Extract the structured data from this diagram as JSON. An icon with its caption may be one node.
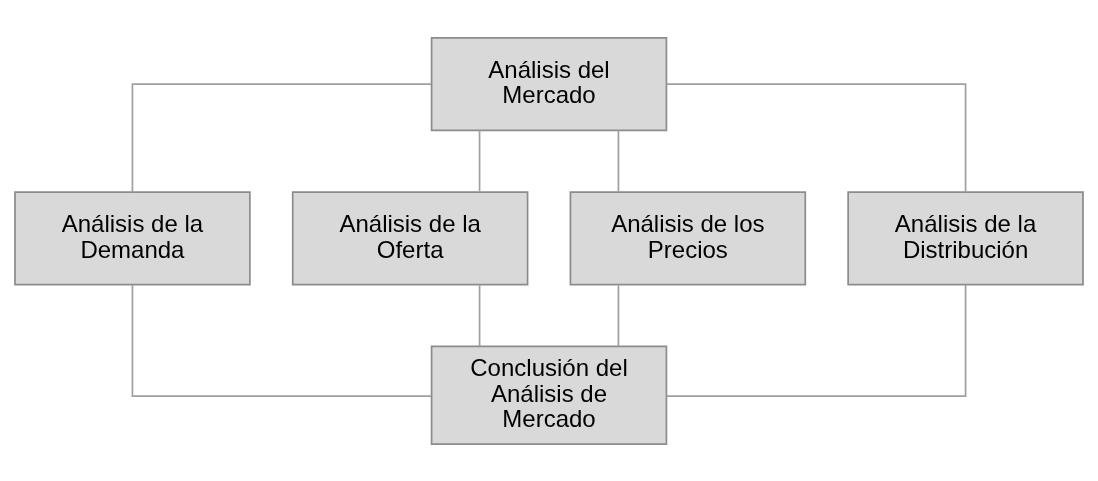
{
  "diagram": {
    "nodes": [
      {
        "text": [
          "Análisis del Mercado"
        ]
      },
      {
        "text": [
          "Análisis de la Demanda"
        ]
      },
      {
        "text": [
          "Análisis de la Oferta"
        ]
      },
      {
        "text": [
          "Análisis de los Precios"
        ]
      },
      {
        "text": [
          "Análisis de la Distribución"
        ]
      },
      {
        "text": [
          "Conclusión del Análisis de Mercado"
        ]
      }
    ],
    "edges": [
      {
        "from": 0,
        "to": 1,
        "arrow": "none"
      },
      {
        "from": 0,
        "to": 2,
        "arrow": "none"
      },
      {
        "from": 0,
        "to": 3,
        "arrow": "none"
      },
      {
        "from": 0,
        "to": 4,
        "arrow": "none"
      },
      {
        "from": 1,
        "to": 5,
        "arrow": "none"
      },
      {
        "from": 2,
        "to": 5,
        "arrow": "none"
      },
      {
        "from": 3,
        "to": 5,
        "arrow": "none"
      },
      {
        "from": 4,
        "to": 5,
        "arrow": "none"
      }
    ]
  }
}
